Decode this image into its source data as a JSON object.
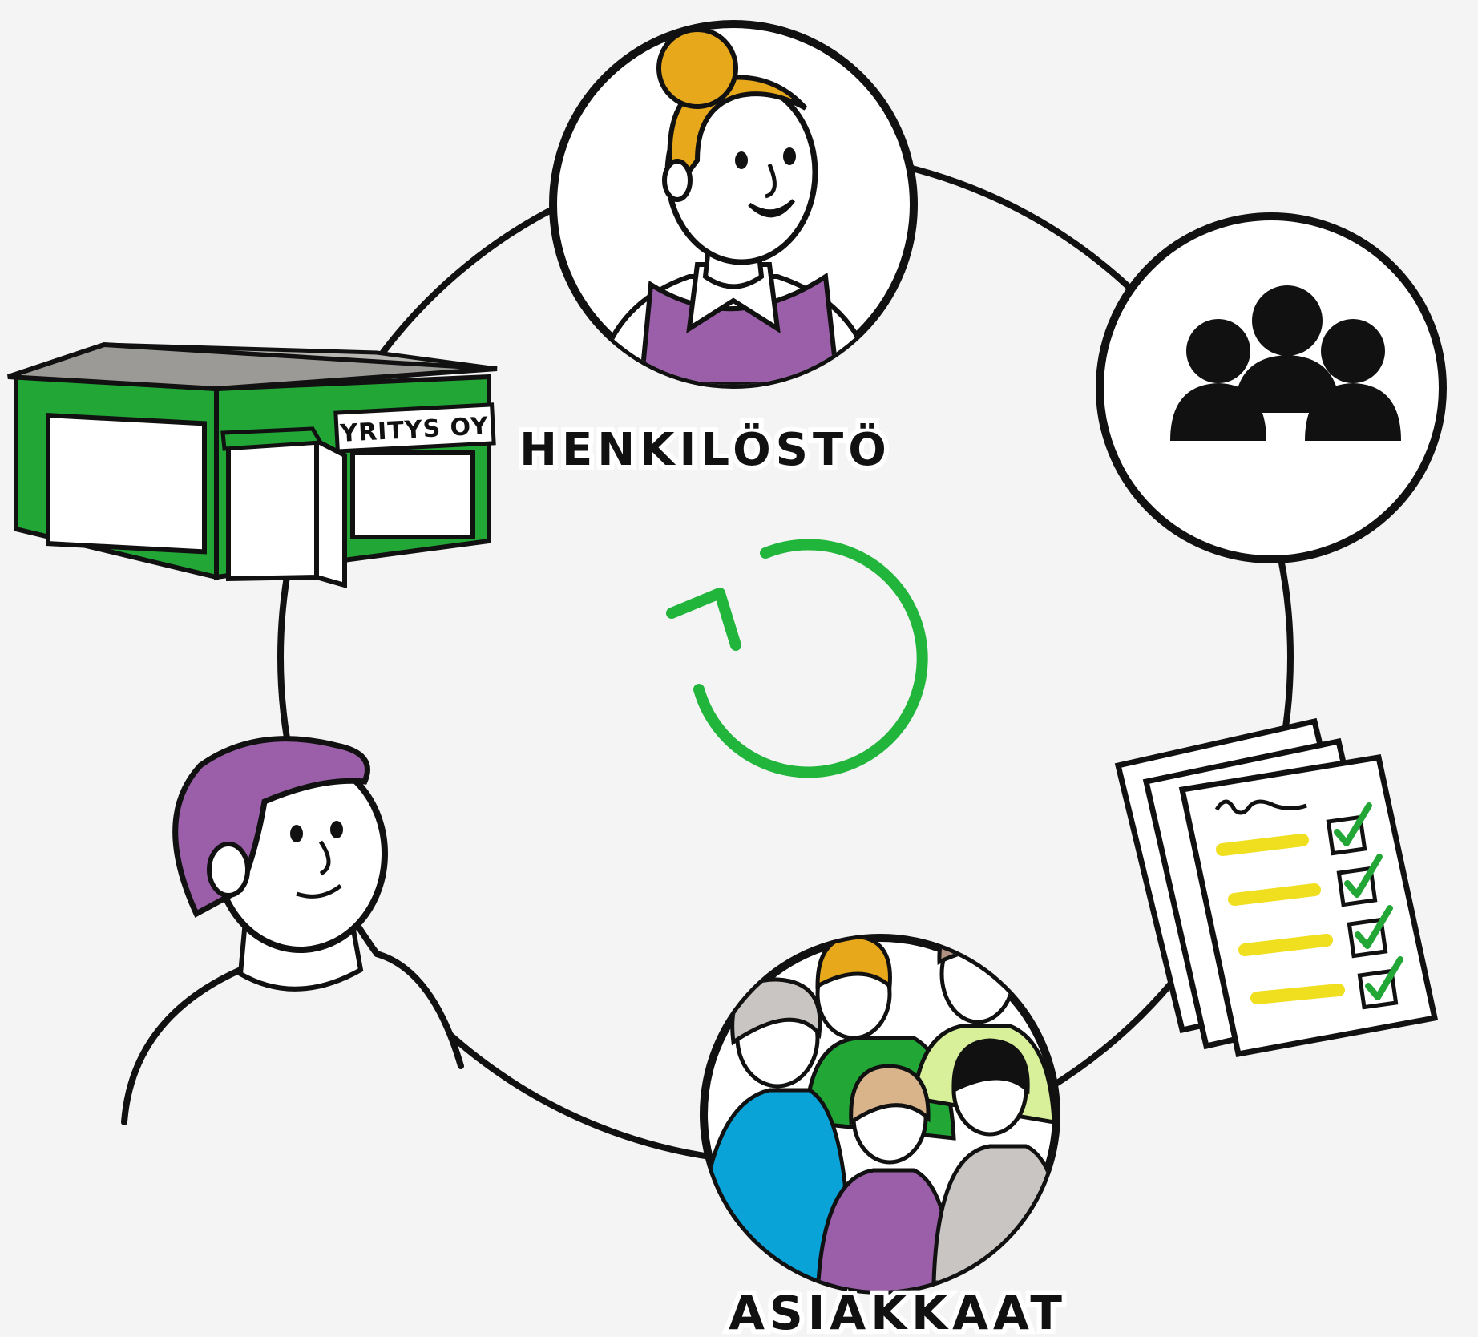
{
  "labels": {
    "staff": "HENKILÖSTÖ",
    "customers": "ASIAKKAAT",
    "shop_sign": "YRITYS OY"
  },
  "icons": {
    "cycle": "refresh-cycle-icon",
    "staff_avatar": "woman-employee-avatar",
    "team": "group-of-people-icon",
    "documents": "checklist-documents-icon",
    "customers": "crowd-of-customers-avatar",
    "person": "smiling-man",
    "shop": "shop-building"
  },
  "colors": {
    "background": "#f4f4f4",
    "green": "#22a737",
    "bright_green": "#22b53b",
    "purple": "#9a5fa8",
    "hair_orange": "#e8a81c",
    "yellow": "#f0df1f",
    "blue": "#0aa3d8",
    "light_green": "#d8f09a",
    "gray": "#c8c5c2",
    "outline": "#111111"
  }
}
